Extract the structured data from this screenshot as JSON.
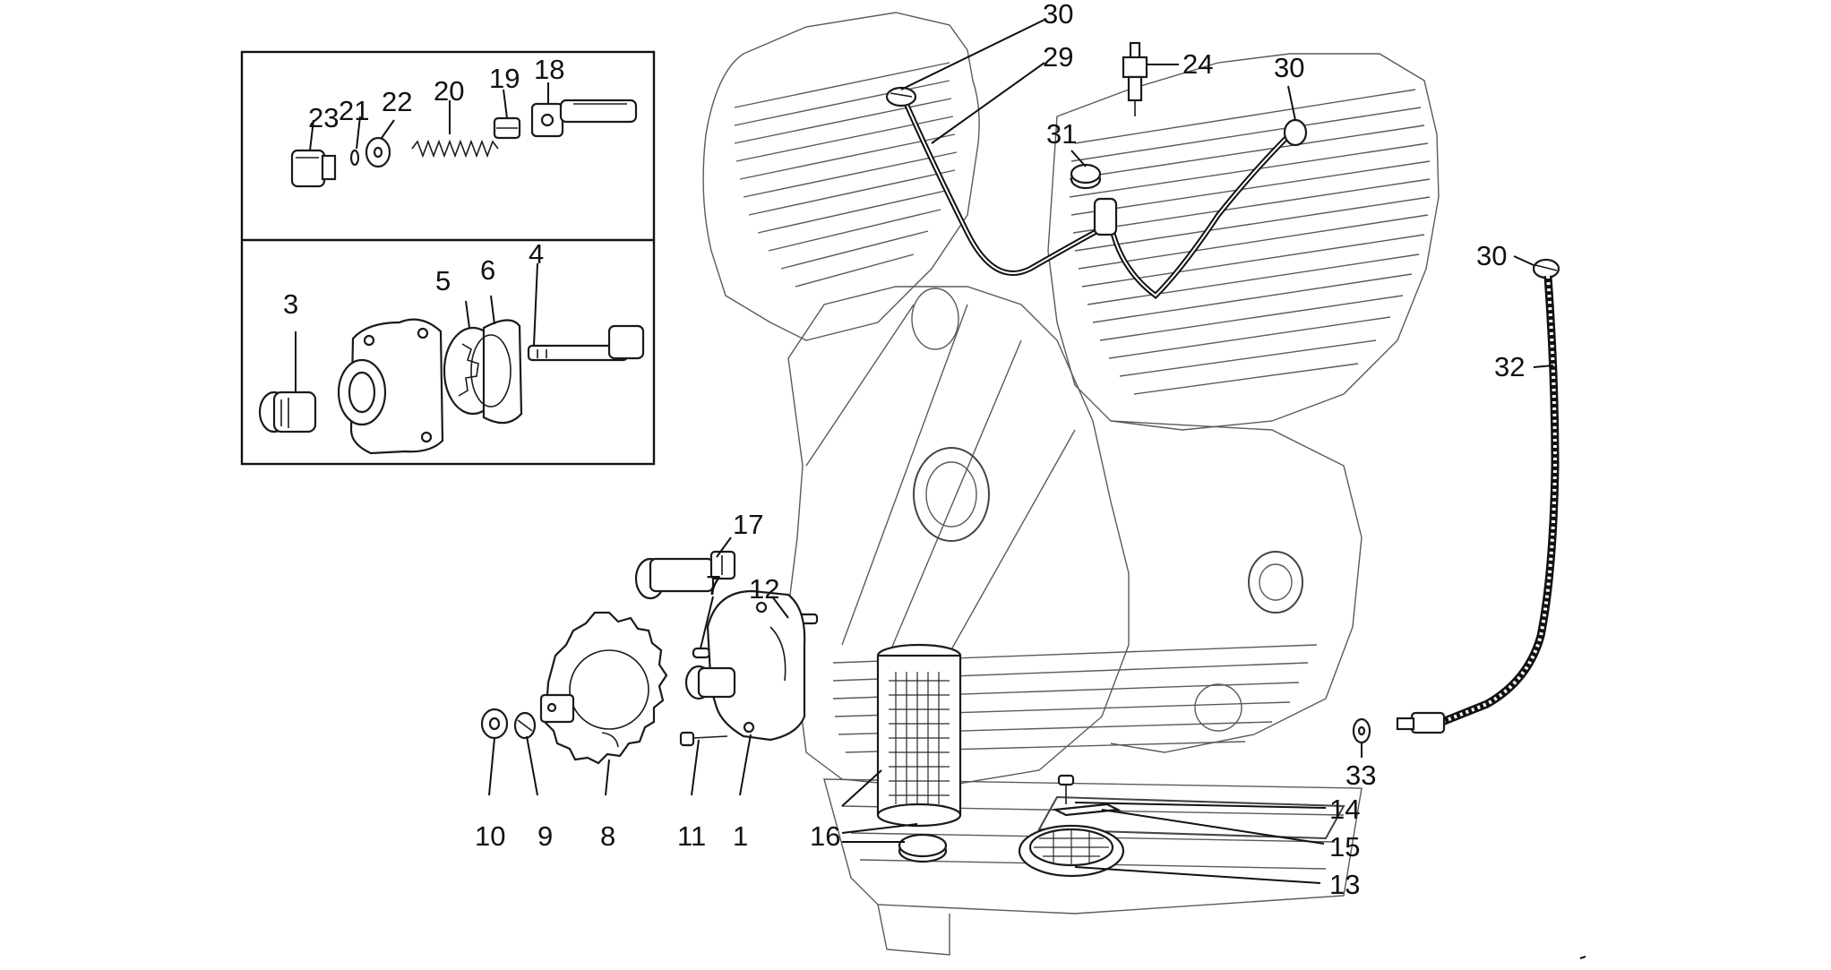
{
  "colors": {
    "ink": "#111111",
    "engine": "#5a5a5a",
    "background": "#ffffff"
  },
  "callouts": {
    "c1": "1",
    "c3": "3",
    "c4": "4",
    "c5": "5",
    "c6": "6",
    "c7": "7",
    "c8": "8",
    "c9": "9",
    "c10": "10",
    "c11": "11",
    "c12": "12",
    "c13": "13",
    "c14": "14",
    "c15": "15",
    "c16": "16",
    "c17": "17",
    "c18": "18",
    "c19": "19",
    "c20": "20",
    "c21": "21",
    "c22": "22",
    "c23": "23",
    "c24": "24",
    "c29": "29",
    "c30a": "30",
    "c30b": "30",
    "c30c": "30",
    "c31": "31",
    "c32": "32",
    "c33": "33"
  }
}
